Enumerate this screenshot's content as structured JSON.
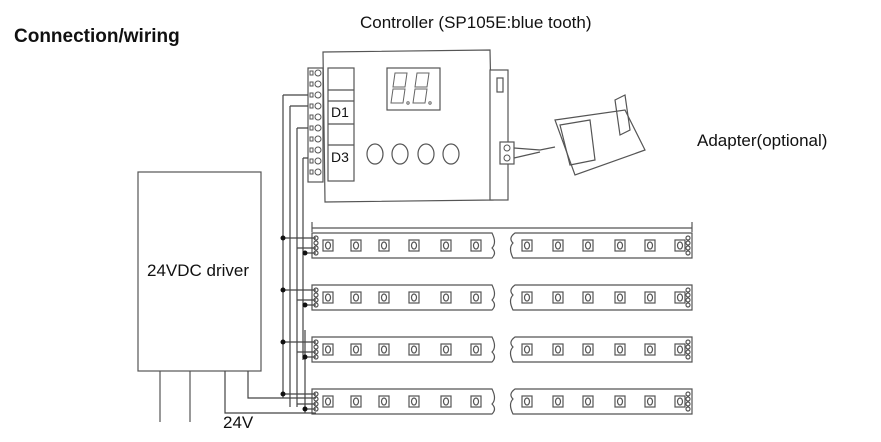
{
  "title": "Connection/wiring",
  "controller": {
    "label": "Controller (SP105E:blue tooth)",
    "ports": [
      "D1",
      "D3"
    ],
    "display_digits": 2,
    "buttons": 4
  },
  "adapter": {
    "label": "Adapter(optional)"
  },
  "driver": {
    "label": "24VDC driver",
    "voltage_label": "24V"
  },
  "strips": {
    "count": 4,
    "leds_per_segment": 6,
    "segments": 2
  }
}
